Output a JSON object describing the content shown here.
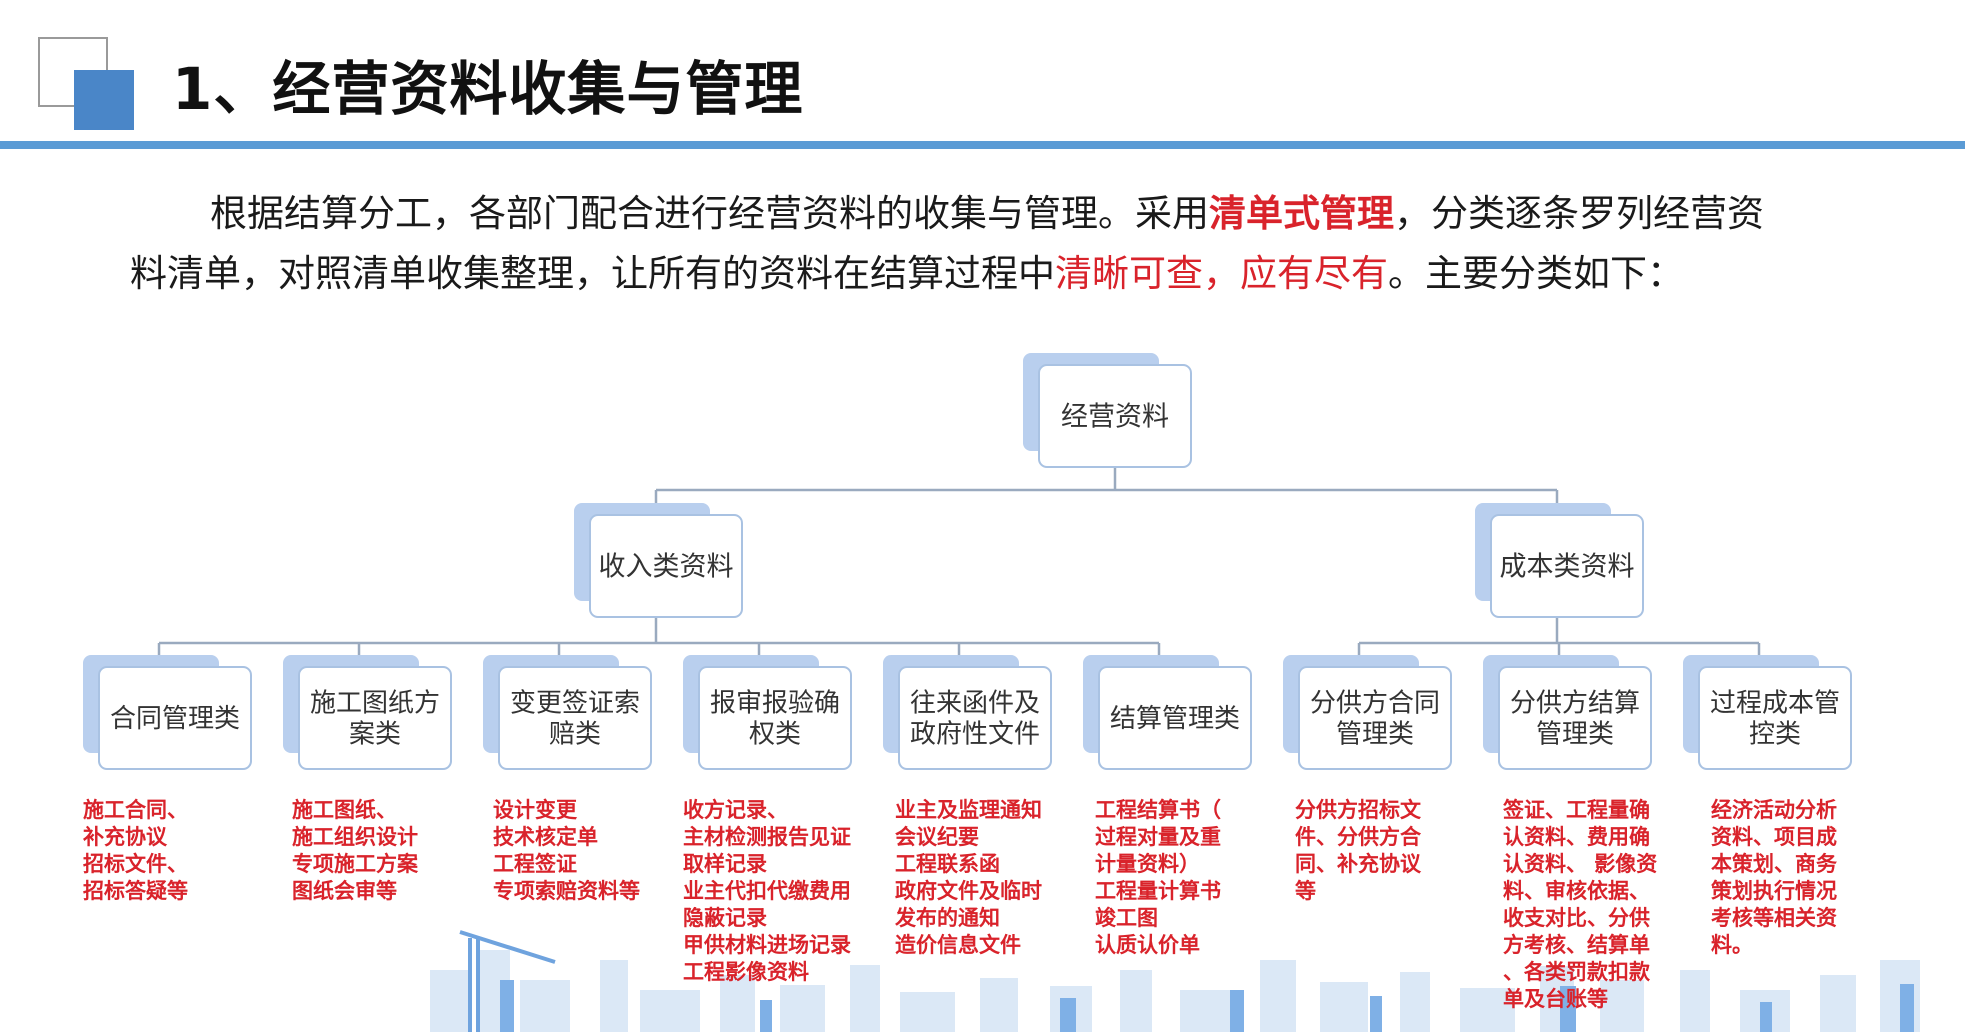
{
  "title": "1、经营资料收集与管理",
  "intro": {
    "p1_a": "根据结算分工，各部门配合进行经营资料的收集与管理。采用",
    "p1_hl": "清单式管理",
    "p1_b": "，分类逐条罗列经营资",
    "p2_a": "料清单，对照清单收集整理，让所有的资料在结算过程中",
    "p2_hl": "清晰可查，应有尽有",
    "p2_b": "。主要分类如下："
  },
  "tree": {
    "root": "经营资料",
    "branches": [
      {
        "label": "收入类资料"
      },
      {
        "label": "成本类资料"
      }
    ],
    "leaves": [
      {
        "lines": [
          "合同管理类"
        ],
        "details": [
          "施工合同、",
          "补充协议",
          "招标文件、",
          "招标答疑等"
        ]
      },
      {
        "lines": [
          "施工图纸方",
          "案类"
        ],
        "details": [
          "施工图纸、",
          "施工组织设计",
          "专项施工方案",
          "图纸会审等"
        ]
      },
      {
        "lines": [
          "变更签证索",
          "赔类"
        ],
        "details": [
          "设计变更",
          "技术核定单",
          "工程签证",
          "专项索赔资料等"
        ]
      },
      {
        "lines": [
          "报审报验确",
          "权类"
        ],
        "details": [
          "收方记录、",
          "主材检测报告见证",
          "取样记录",
          "业主代扣代缴费用",
          "隐蔽记录",
          "甲供材料进场记录",
          "工程影像资料"
        ]
      },
      {
        "lines": [
          "往来函件及",
          "政府性文件"
        ],
        "details": [
          "业主及监理通知",
          "会议纪要",
          "工程联系函",
          "政府文件及临时",
          "发布的通知",
          "造价信息文件"
        ]
      },
      {
        "lines": [
          "结算管理类"
        ],
        "details": [
          "工程结算书（",
          "过程对量及重",
          "计量资料）",
          "工程量计算书",
          "竣工图",
          "认质认价单"
        ]
      },
      {
        "lines": [
          "分供方合同",
          "管理类"
        ],
        "details": [
          "分供方招标文",
          "件、分供方合",
          "同、补充协议",
          "等"
        ]
      },
      {
        "lines": [
          "分供方结算",
          "管理类"
        ],
        "details": [
          "签证、工程量确",
          "认资料、费用确",
          "认资料、 影像资",
          "料、审核依据、",
          "收支对比、分供",
          "方考核、结算单",
          "、各类罚款扣款",
          "单及台账等"
        ]
      },
      {
        "lines": [
          "过程成本管",
          "控类"
        ],
        "details": [
          "经济活动分析",
          "资料、项目成",
          "本策划、商务",
          "策划执行情况",
          "考核等相关资",
          "料。"
        ]
      }
    ]
  },
  "colors": {
    "accent": "#5b9bd5",
    "highlight": "#d9232b",
    "node_shadow": "#b9cfee",
    "node_border": "#a9c2e2",
    "connector": "#9aaabf"
  }
}
